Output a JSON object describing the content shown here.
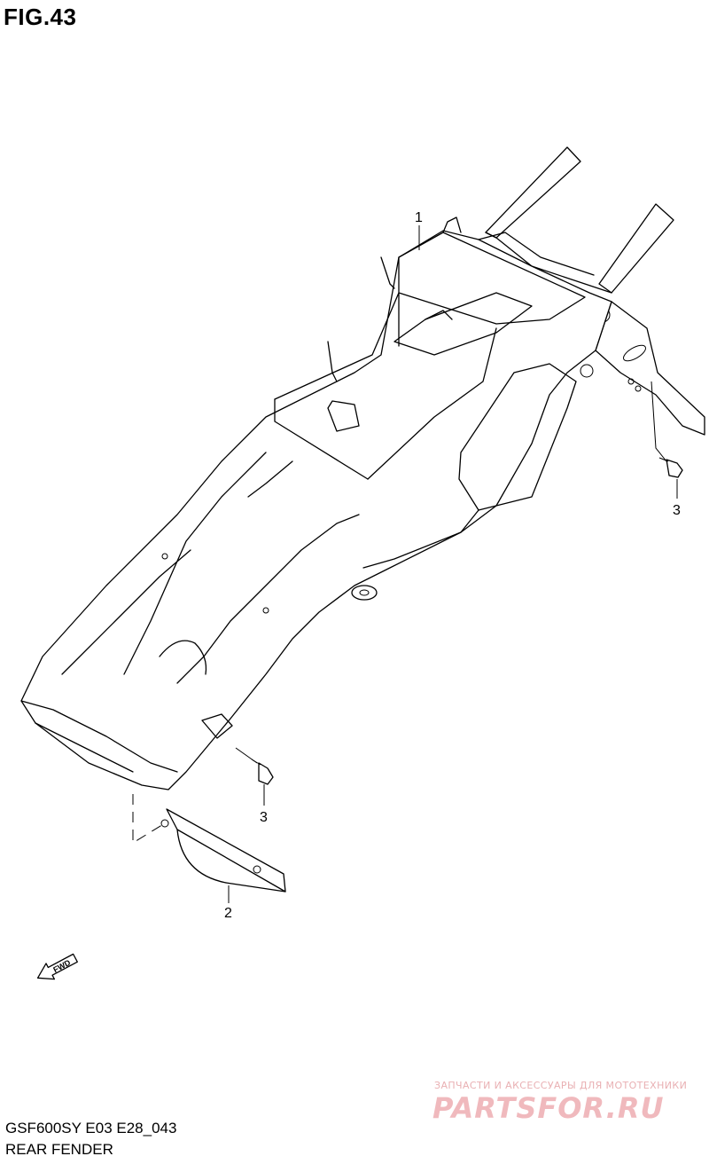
{
  "figure": {
    "title": "FIG.43"
  },
  "callouts": [
    {
      "id": "1",
      "label": "1"
    },
    {
      "id": "2",
      "label": "2"
    },
    {
      "id": "3a",
      "label": "3"
    },
    {
      "id": "3b",
      "label": "3"
    }
  ],
  "direction": {
    "label": "FWD"
  },
  "footer": {
    "model_code": "GSF600SY E03 E28_043",
    "part_group": "REAR FENDER"
  },
  "watermark": {
    "tagline": "ЗАПЧАСТИ И АКСЕССУАРЫ ДЛЯ МОТОТЕХНИКИ",
    "brand": "PARTSFOR.RU",
    "color": "#f0b9bd"
  }
}
